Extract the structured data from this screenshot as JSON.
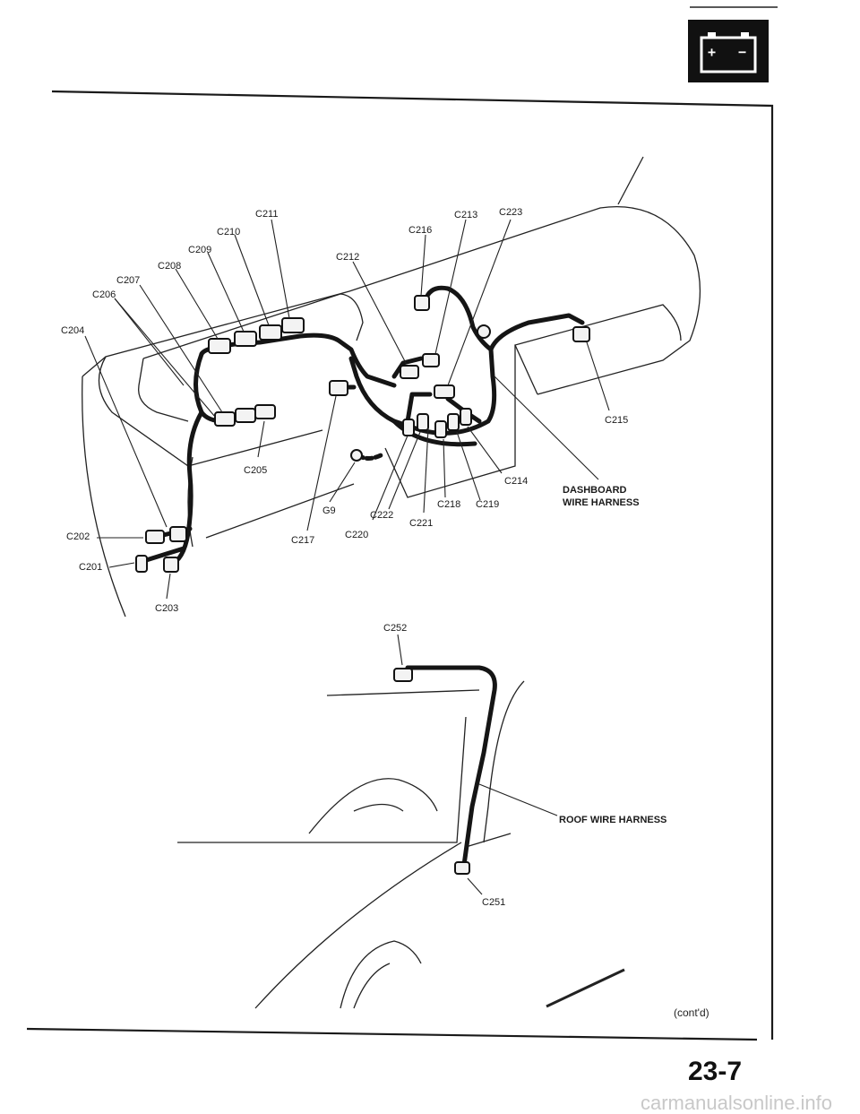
{
  "battery_icon": {
    "icon": "battery-icon",
    "plus": "+",
    "minus": "−"
  },
  "dashboard": {
    "labels": {
      "c201": "C201",
      "c202": "C202",
      "c203": "C203",
      "c204": "C204",
      "c205": "C205",
      "c206": "C206",
      "c207": "C207",
      "c208": "C208",
      "c209": "C209",
      "c210": "C210",
      "c211": "C211",
      "c212": "C212",
      "c213": "C213",
      "c214": "C214",
      "c215": "C215",
      "c216": "C216",
      "c217": "C217",
      "c218": "C218",
      "c219": "C219",
      "c220": "C220",
      "c221": "C221",
      "c222": "C222",
      "c223": "C223",
      "g9": "G9"
    },
    "harness_line1": "DASHBOARD",
    "harness_line2": "WIRE HARNESS"
  },
  "roof": {
    "labels": {
      "c251": "C251",
      "c252": "C252"
    },
    "harness_label": "ROOF WIRE HARNESS"
  },
  "footer": {
    "contd": "(cont'd)",
    "page_number": "23-7",
    "site": "carmanualsonline.info"
  }
}
